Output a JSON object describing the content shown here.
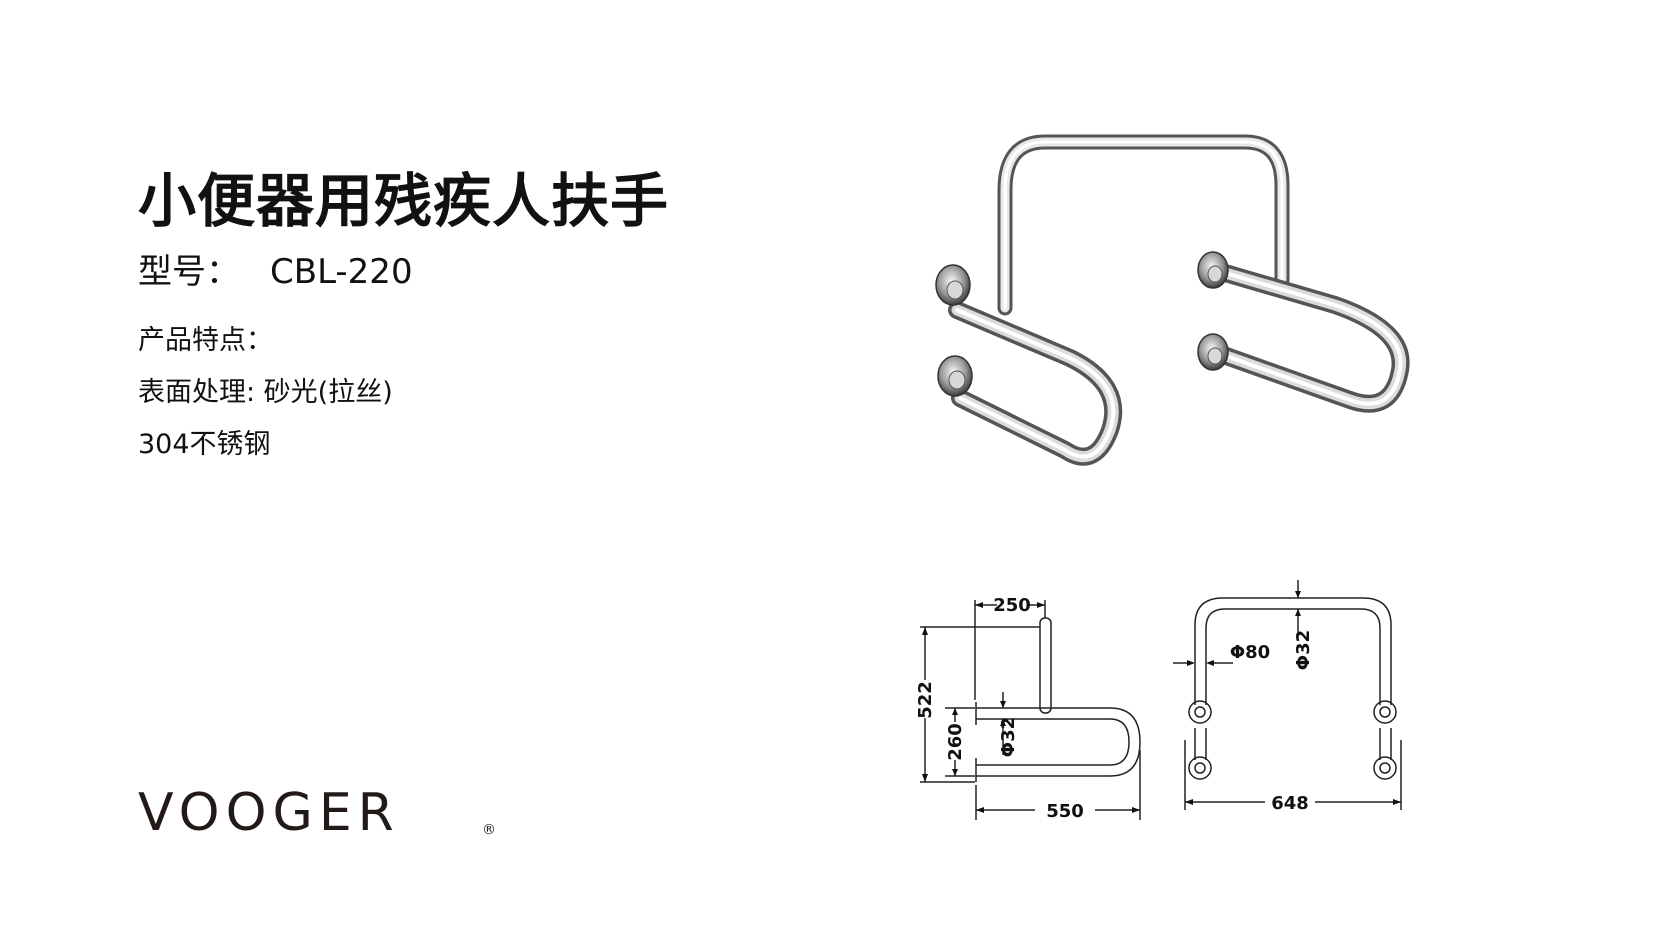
{
  "product": {
    "title": "小便器用残疾人扶手",
    "model_label": "型号：",
    "model_value": "CBL-220",
    "features_heading": "产品特点：",
    "surface": "表面处理: 砂光(拉丝)",
    "material": "304不锈钢"
  },
  "brand": {
    "name": "VOOGER",
    "registered": "®"
  },
  "drawing": {
    "dim_250": "250",
    "dim_522": "522",
    "dim_260": "260",
    "dim_phi32_side": "Φ32",
    "dim_550": "550",
    "dim_phi80": "Φ80",
    "dim_phi32_front": "Φ32",
    "dim_648": "648"
  },
  "colors": {
    "text": "#111111",
    "steel_light": "#f4f4f4",
    "steel_dark": "#6e6e6e"
  }
}
